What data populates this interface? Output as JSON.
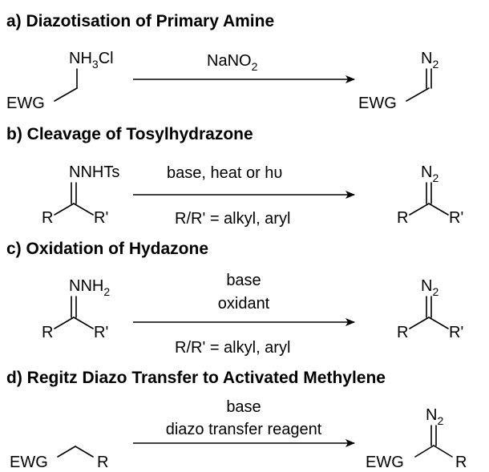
{
  "reactions": [
    {
      "title": "a) Diazotisation of Primary Amine",
      "reactant": {
        "group": "EWG",
        "amine": "NH",
        "amine_sub": "3",
        "amine_end": "Cl"
      },
      "conditions_above": [
        "NaNO",
        "2"
      ],
      "product": {
        "group": "EWG",
        "n2": "N",
        "n2_sub": "2"
      }
    },
    {
      "title": "b) Cleavage of Tosylhydrazone",
      "reactant": {
        "top": "NNHTs",
        "left": "R",
        "right": "R'"
      },
      "conditions_above": "base, heat or hυ",
      "conditions_below": "R/R' = alkyl, aryl",
      "product": {
        "n2": "N",
        "n2_sub": "2",
        "left": "R",
        "right": "R'"
      }
    },
    {
      "title": "c) Oxidation of Hydazone",
      "reactant": {
        "top": "NNH",
        "top_sub": "2",
        "left": "R",
        "right": "R'"
      },
      "conditions_above": [
        "base",
        "oxidant"
      ],
      "conditions_below": "R/R' = alkyl, aryl",
      "product": {
        "n2": "N",
        "n2_sub": "2",
        "left": "R",
        "right": "R'"
      }
    },
    {
      "title": "d) Regitz Diazo Transfer to Activated Methylene",
      "reactant": {
        "left": "EWG",
        "right": "R"
      },
      "conditions_above": [
        "base",
        "diazo transfer reagent"
      ],
      "product": {
        "n2": "N",
        "n2_sub": "2",
        "left": "EWG",
        "right": "R"
      }
    }
  ]
}
